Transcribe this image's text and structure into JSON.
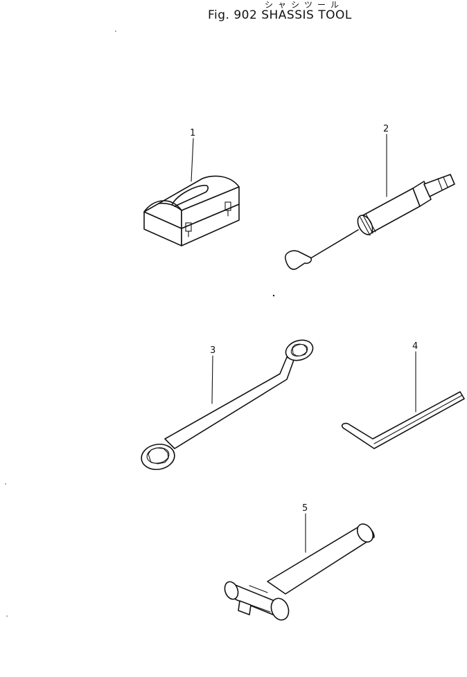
{
  "header": {
    "subtitle": "シャシツール",
    "title": "Fig. 902 SHASSIS TOOL"
  },
  "parts": [
    {
      "number": "1",
      "icon": "tool-box-icon"
    },
    {
      "number": "2",
      "icon": "grease-gun-icon"
    },
    {
      "number": "3",
      "icon": "box-wrench-icon"
    },
    {
      "number": "4",
      "icon": "hex-key-icon"
    },
    {
      "number": "5",
      "icon": "hammer-icon"
    }
  ]
}
